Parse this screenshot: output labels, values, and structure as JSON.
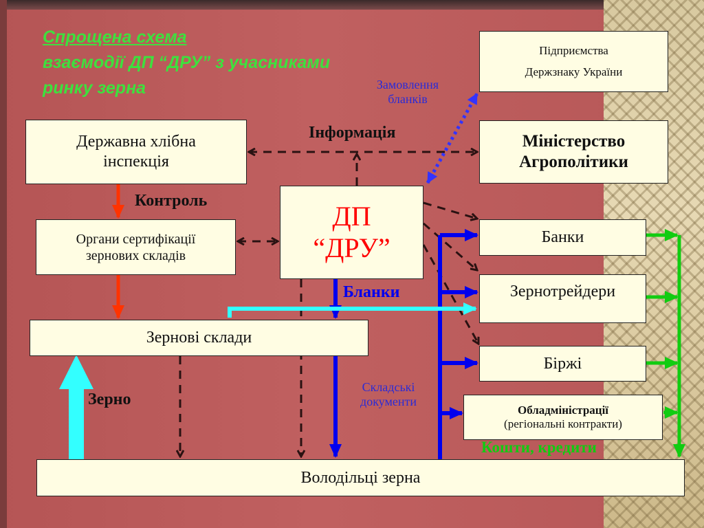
{
  "title": {
    "line1": "Спрощена схема",
    "line2": "взаємодії ДП “ДРУ” з учасниками",
    "line3": "ринку зерна"
  },
  "boxes": {
    "derzhznak": {
      "line1": "Підприємства",
      "line2": "Держзнаку України"
    },
    "inspektsia": {
      "line1": "Державна хлібна",
      "line2": "інспекція"
    },
    "ministerstvo": {
      "line1": "Міністерство",
      "line2": "Агрополітики"
    },
    "sertyfikatsia": {
      "line1": "Органи сертифікації",
      "line2": "зернових складів"
    },
    "dru": {
      "line1": "ДП",
      "line2": "“ДРУ”"
    },
    "banky": {
      "label": "Банки"
    },
    "zernotreidery": {
      "label": "Зернотрейдери"
    },
    "birzhi": {
      "label": "Біржі"
    },
    "oblad": {
      "line1": "Обладміністрації",
      "line2": "(регіональні контракти)"
    },
    "sklady": {
      "label": "Зернові склади"
    },
    "volodiltsi": {
      "label": "Володільці зерна"
    }
  },
  "labels": {
    "zamovlennia_line1": "Замовлення",
    "zamovlennia_line2": "бланків",
    "informatsia": "Інформація",
    "kontrol": "Контроль",
    "blanky": "Бланки",
    "zerno": "Зерно",
    "skladski_line1": "Складські",
    "skladski_line2": "документи",
    "koshty": "Кошти, кредити"
  },
  "colors": {
    "title": "#3ee03e",
    "control_arrow": "#ff3300",
    "blank_arrow": "#0000ee",
    "grain_arrow": "#33ffff",
    "money_arrow": "#11cc11",
    "order_arrow": "#3333ff",
    "dru_text": "#ff0000",
    "box_fill": "#fffde3"
  }
}
